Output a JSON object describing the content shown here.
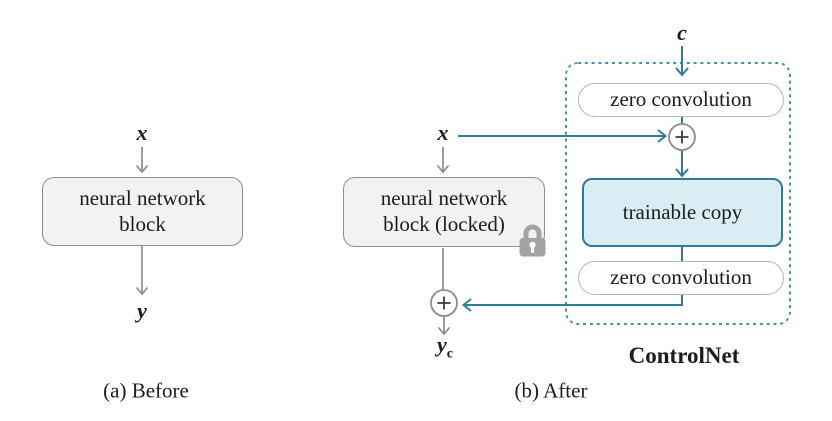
{
  "colors": {
    "teal": "#2d7d9a",
    "teal_dash": "#4492af",
    "gray_line": "#8c8c8c",
    "box_fill": "#f2f2f2",
    "box_border": "#8f8f8f",
    "pill_border": "#b5b5b5",
    "trainable_fill": "#daedf4",
    "text": "#1c1c1c",
    "lock": "#a3a3a3"
  },
  "panel_a": {
    "input_label": "x",
    "block_line1": "neural network",
    "block_line2": "block",
    "output_label": "y",
    "caption": "(a) Before"
  },
  "panel_b": {
    "input_label": "x",
    "block_line1": "neural network",
    "block_line2": "block (locked)",
    "output_label": "y",
    "output_subscript": "c",
    "caption": "(b) After"
  },
  "controlnet": {
    "condition_label": "c",
    "zero_conv_top": "zero convolution",
    "trainable_label": "trainable copy",
    "zero_conv_bottom": "zero convolution",
    "group_label": "ControlNet"
  },
  "icons": {
    "lock": "lock-icon",
    "sum_left": "plus-circle-icon",
    "sum_controlnet": "plus-circle-icon"
  }
}
